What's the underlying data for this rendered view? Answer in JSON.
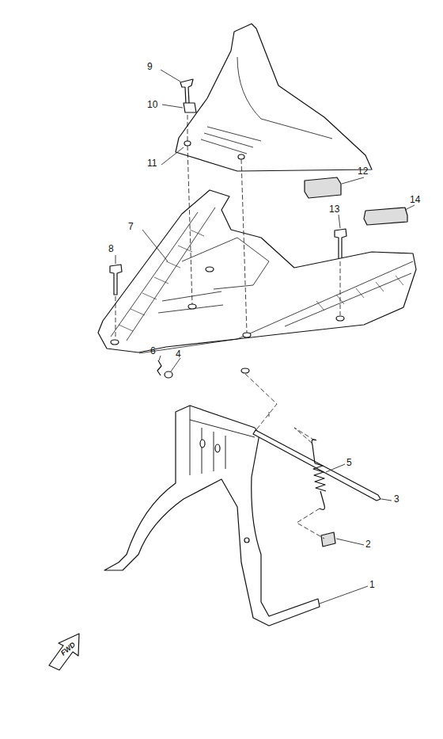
{
  "diagram": {
    "labels": [
      "9",
      "10",
      "11",
      "12",
      "14",
      "13",
      "7",
      "8",
      "6",
      "4",
      "3",
      "5",
      "2",
      "1",
      "FWD"
    ]
  }
}
